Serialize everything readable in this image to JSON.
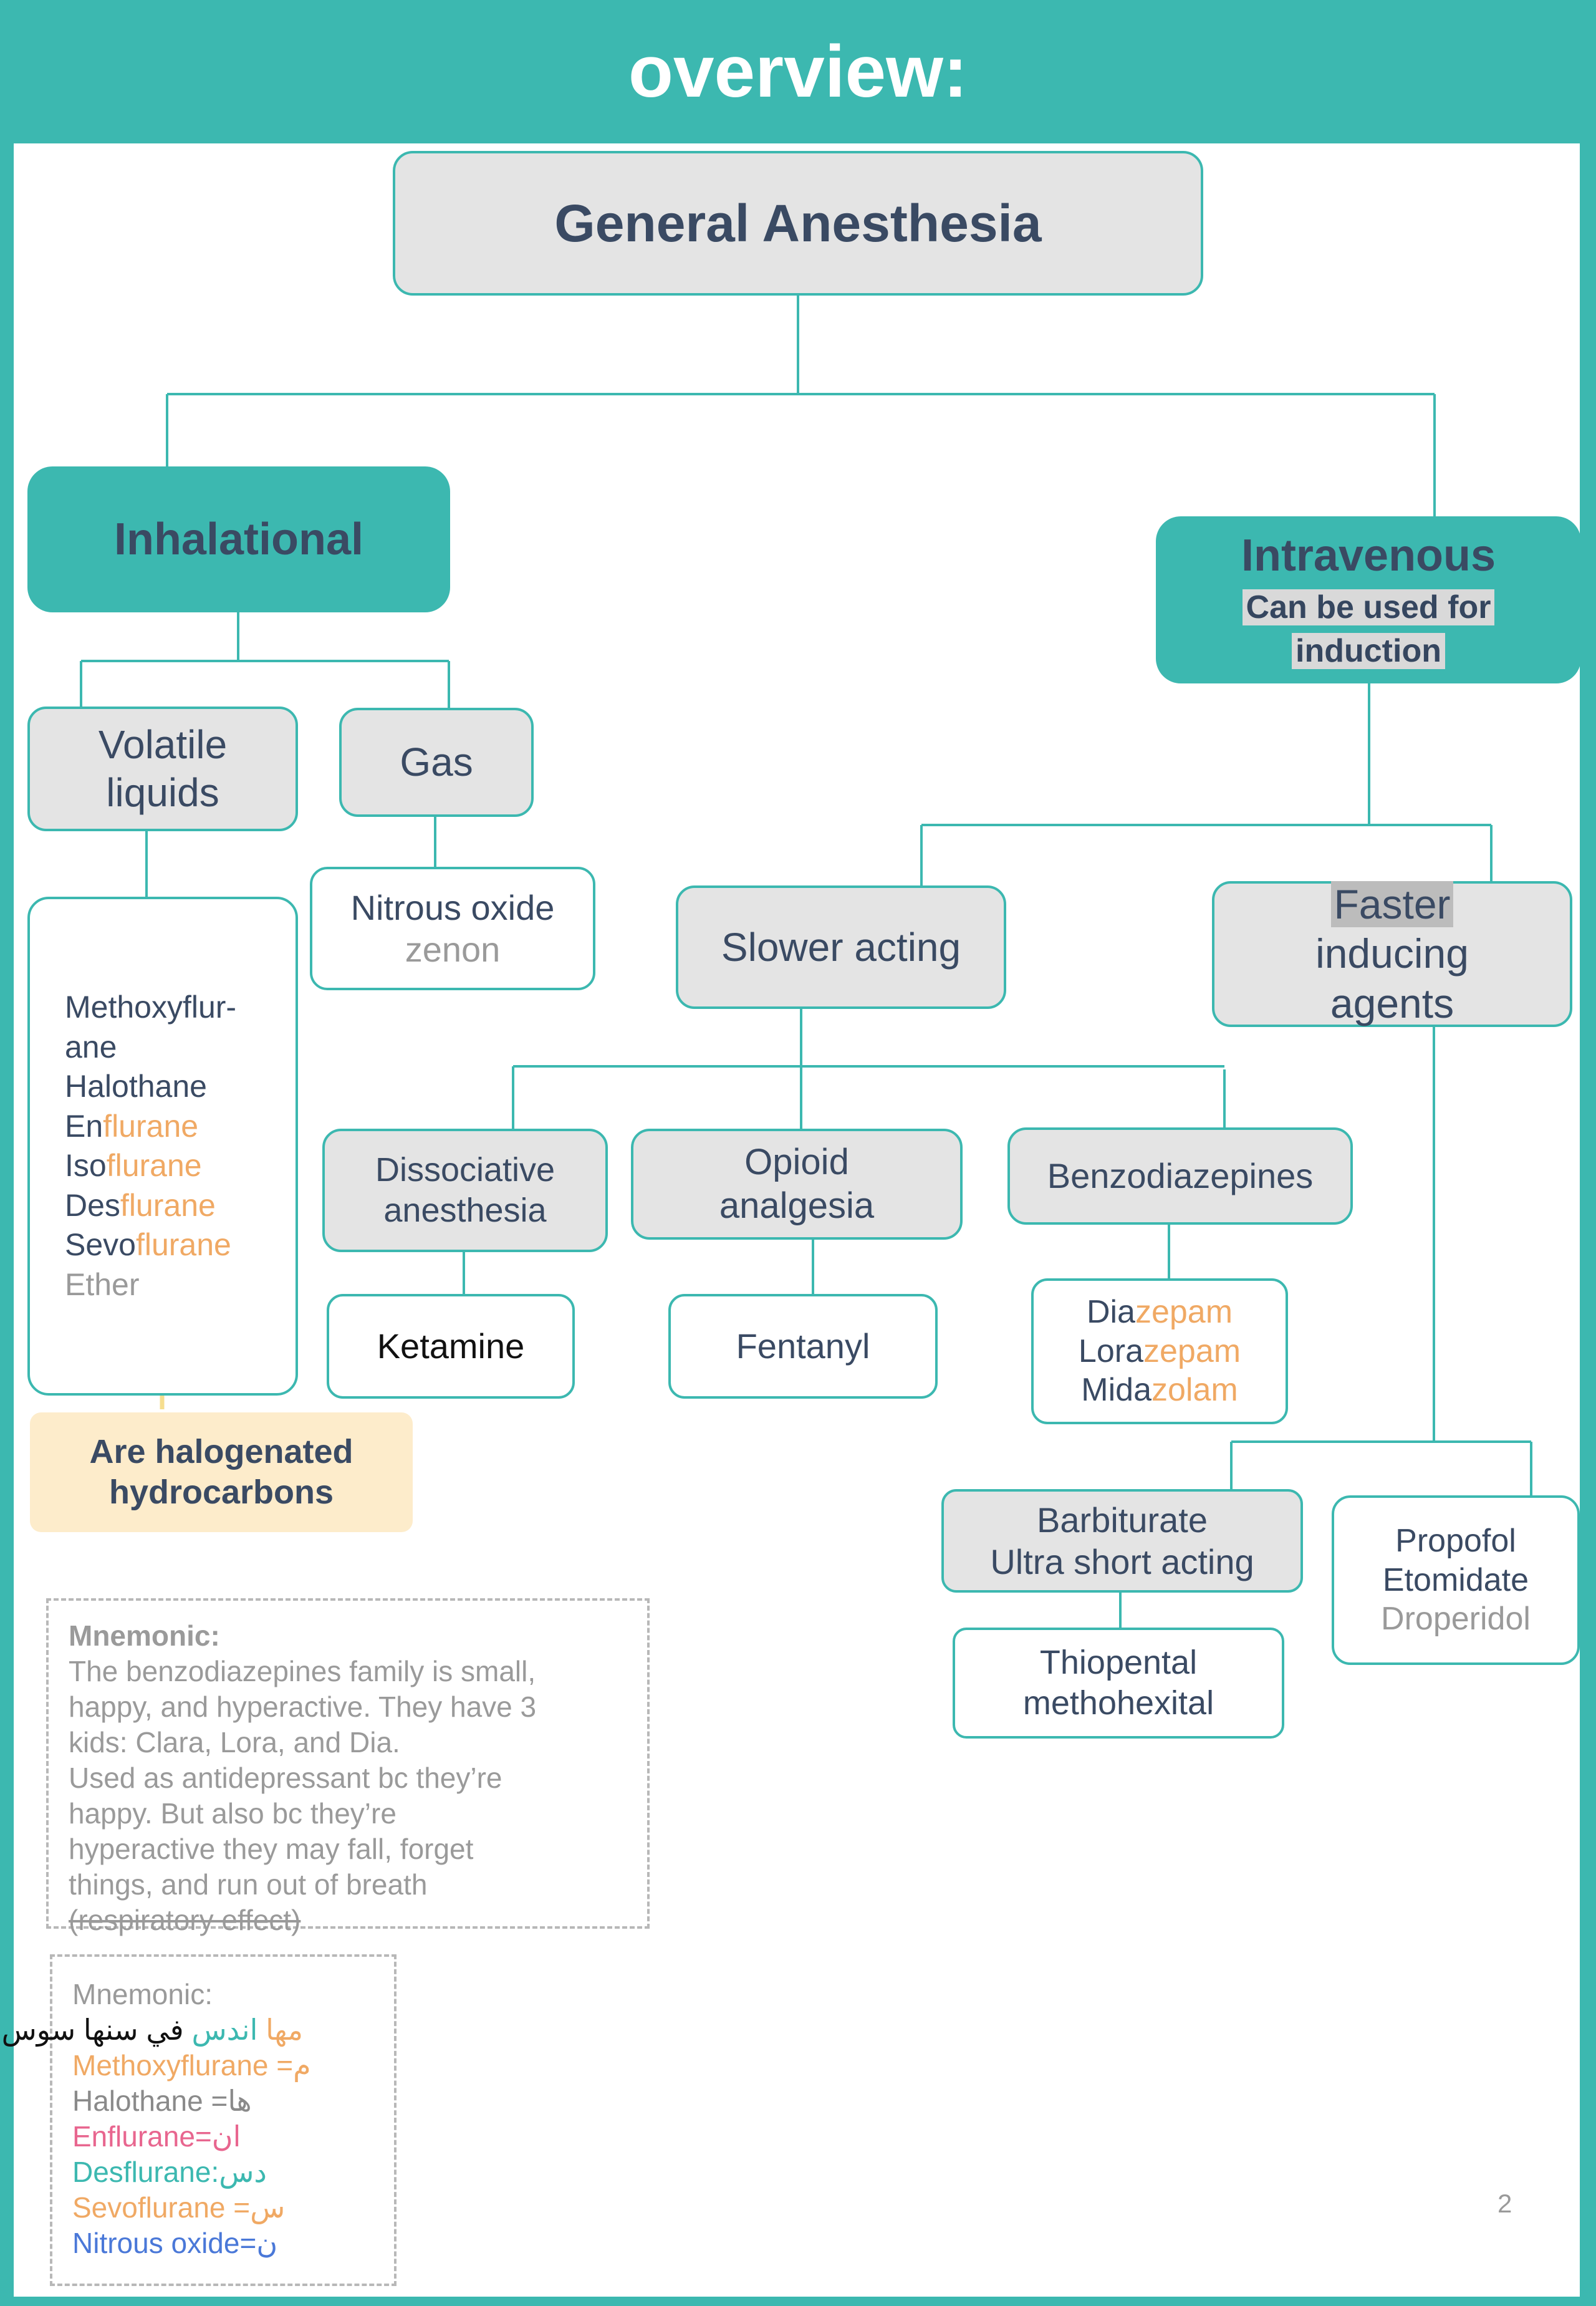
{
  "header": {
    "title": "overview:"
  },
  "root": {
    "label": "General Anesthesia"
  },
  "inhalational": {
    "label": "Inhalational",
    "volatile": {
      "line1": "Volatile",
      "line2": "liquids"
    },
    "gas": {
      "label": "Gas"
    },
    "volatile_drugs": {
      "methoxy_1": "Methoxyflur-",
      "methoxy_2": "ane",
      "halothane": "Halothane",
      "enflurane": {
        "prefix": "En",
        "suffix": "flurane"
      },
      "isoflurane": {
        "prefix": "Iso",
        "suffix": "flurane"
      },
      "desflurane": {
        "prefix": "Des",
        "suffix": "flurane"
      },
      "sevoflurane": {
        "prefix": "Sevo",
        "suffix": "flurane"
      },
      "ether": "Ether"
    },
    "gas_drugs": {
      "nitrous": "Nitrous oxide",
      "zenon": "zenon"
    },
    "note": {
      "line1": "Are halogenated",
      "line2": "hydrocarbons"
    }
  },
  "intravenous": {
    "label": "Intravenous",
    "sub1": "Can be used for",
    "sub2": "induction",
    "slower": {
      "label": "Slower acting",
      "dissociative": {
        "line1": "Dissociative",
        "line2": "anesthesia",
        "drug": "Ketamine"
      },
      "opioid": {
        "line1": "Opioid",
        "line2": "analgesia",
        "drug": "Fentanyl"
      },
      "benzo": {
        "label": "Benzodiazepines",
        "diazepam": {
          "prefix": "Dia",
          "suffix": "zepam"
        },
        "lorazepam": {
          "prefix": "Lora",
          "suffix": "zepam"
        },
        "midazolam": {
          "prefix": "Mida",
          "suffix": "zolam"
        }
      }
    },
    "faster": {
      "line1": "Faster",
      "line2": "inducing",
      "line3": "agents",
      "barbiturate": {
        "line1": "Barbiturate",
        "line2": "Ultra short acting",
        "drug1": "Thiopental",
        "drug2": "methohexital"
      },
      "others": {
        "propofol": "Propofol",
        "etomidate": "Etomidate",
        "droperidol": "Droperidol"
      }
    }
  },
  "mnemonic1": {
    "title": "Mnemonic:",
    "lines": [
      "The benzodiazepines family is small,",
      "happy, and hyperactive. They have 3",
      "kids: Clara, Lora, and Dia.",
      "Used as antidepressant bc they’re",
      "happy. But also bc they’re",
      "hyperactive they may fall, forget",
      "things, and run out of breath",
      "(respiratory effect)"
    ]
  },
  "mnemonic2": {
    "title": "Mnemonic:",
    "arabic_phrase": {
      "w1": "مها",
      "w2": "اندس",
      "w3": "في",
      "w4": "سنها",
      "w5": "سوس"
    },
    "m": "م= Methoxyflurane",
    "ha": "ها= Halothane",
    "an": "ان=Enflurane",
    "des": "دس:Desflurane",
    "s": "س= Sevoflurane",
    "n": "ن=Nitrous oxide"
  },
  "page_number": "2",
  "colors": {
    "teal": "#3cb8b0",
    "navy_text": "#3a4a63",
    "orange": "#f0a964",
    "grey_box": "#e4e4e4",
    "yellow_note": "#fdeccb",
    "mnemonic_pink": "#e8668f",
    "mnemonic_blue": "#4a78d8"
  }
}
